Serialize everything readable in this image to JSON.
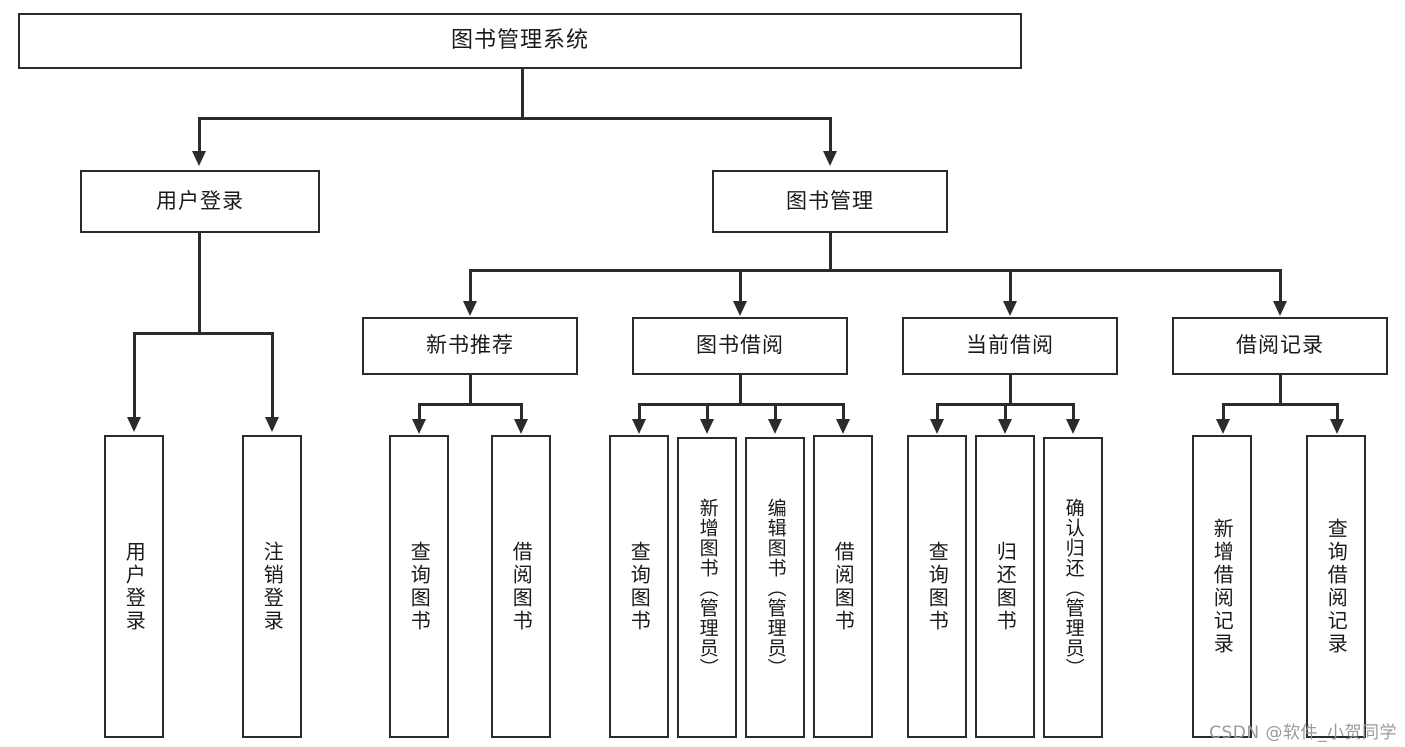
{
  "diagram": {
    "title": "图书管理系统",
    "watermark": "CSDN @软件_小贺同学",
    "levels": {
      "root": {
        "label": "图书管理系统"
      },
      "level2": [
        {
          "label": "用户登录"
        },
        {
          "label": "图书管理"
        }
      ],
      "level3": [
        {
          "label": "新书推荐"
        },
        {
          "label": "图书借阅"
        },
        {
          "label": "当前借阅"
        },
        {
          "label": "借阅记录"
        }
      ],
      "leaves": {
        "user_login": [
          {
            "label": "用户登录"
          },
          {
            "label": "注销登录"
          }
        ],
        "new_book_recommend": [
          {
            "label": "查询图书"
          },
          {
            "label": "借阅图书"
          }
        ],
        "book_borrow": [
          {
            "label": "查询图书"
          },
          {
            "label": "新增图书（管理员）"
          },
          {
            "label": "编辑图书（管理员）"
          },
          {
            "label": "借阅图书"
          }
        ],
        "current_borrow": [
          {
            "label": "查询图书"
          },
          {
            "label": "归还图书"
          },
          {
            "label": "确认归还（管理员）"
          }
        ],
        "borrow_record": [
          {
            "label": "新增借阅记录"
          },
          {
            "label": "查询借阅记录"
          }
        ]
      }
    },
    "colors": {
      "stroke": "#2b2b2b",
      "fill": "#ffffff",
      "text": "#1a1a1a",
      "watermark": "#9a9a9a"
    }
  }
}
